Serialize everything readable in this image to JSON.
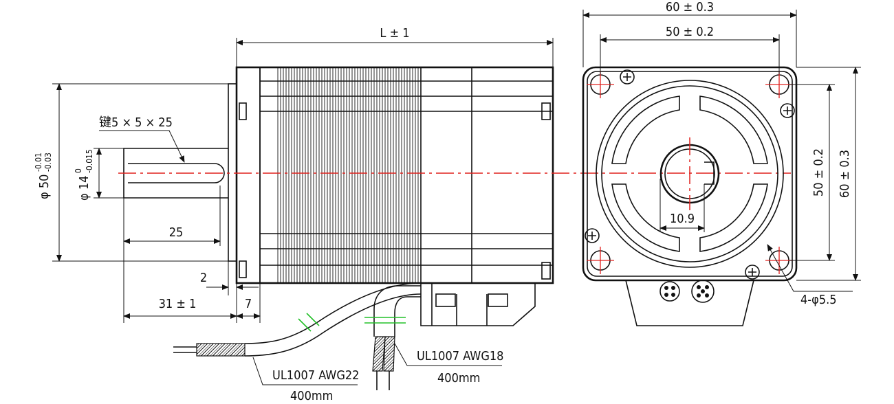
{
  "side_view": {
    "length": "L ± 1",
    "key": "键5 × 5 × 25",
    "shaft_dia": "φ 14",
    "shaft_tol_upper": "0",
    "shaft_tol_lower": "-0.015",
    "pilot_dia": "φ 50",
    "pilot_tol_upper": "-0.01",
    "pilot_tol_lower": "-0.03",
    "shaft_len": "25",
    "flange_thk": "2",
    "total_shaft": "31 ± 1",
    "pilot_len": "7"
  },
  "cables": {
    "cable1_spec": "UL1007 AWG22",
    "cable1_len": "400mm",
    "cable2_spec": "UL1007 AWG18",
    "cable2_len": "400mm"
  },
  "front_view": {
    "outer_width": "60 ± 0.3",
    "bolt_spacing_h": "50 ± 0.2",
    "bolt_spacing_v": "50 ± 0.2",
    "outer_height": "60 ± 0.3",
    "flat_dim": "10.9",
    "holes": "4-φ5.5"
  },
  "colors": {
    "line": "#111111",
    "centerline": "#e0201d",
    "break_mark": "#22c028"
  }
}
